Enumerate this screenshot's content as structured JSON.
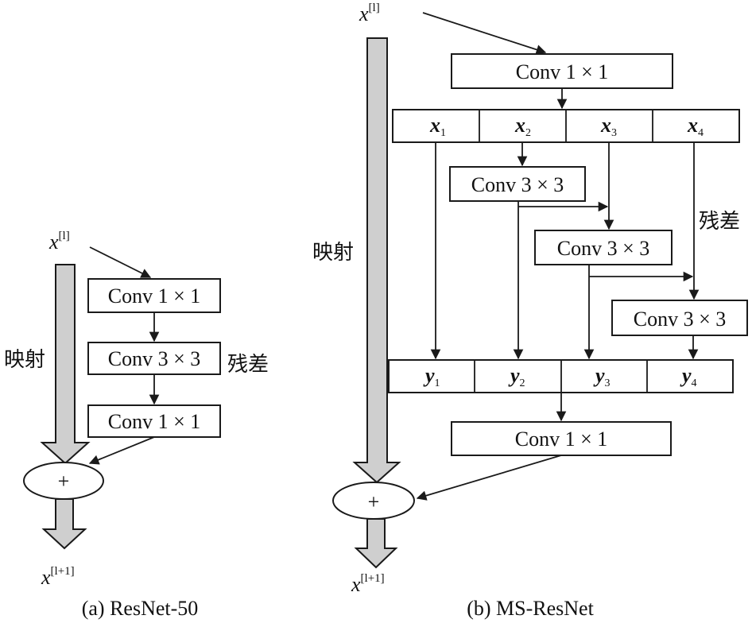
{
  "a": {
    "input_label": "x",
    "input_sup": "[l]",
    "output_label": "x",
    "output_sup": "[l+1]",
    "mapping_label": "映射",
    "residual_label": "残差",
    "conv1": "Conv 1 × 1",
    "conv2": "Conv 3 × 3",
    "conv3": "Conv 1 × 1",
    "plus": "+",
    "caption": "(a) ResNet-50"
  },
  "b": {
    "input_label": "x",
    "input_sup": "[l]",
    "output_label": "x",
    "output_sup": "[l+1]",
    "mapping_label": "映射",
    "residual_label": "残差",
    "conv_top": "Conv 1 × 1",
    "x_split": [
      {
        "name": "x",
        "sub": "1"
      },
      {
        "name": "x",
        "sub": "2"
      },
      {
        "name": "x",
        "sub": "3"
      },
      {
        "name": "x",
        "sub": "4"
      }
    ],
    "conv_branches": [
      "Conv 3 × 3",
      "Conv 3 × 3",
      "Conv 3 × 3"
    ],
    "y_split": [
      {
        "name": "y",
        "sub": "1"
      },
      {
        "name": "y",
        "sub": "2"
      },
      {
        "name": "y",
        "sub": "3"
      },
      {
        "name": "y",
        "sub": "4"
      }
    ],
    "conv_bottom": "Conv 1 × 1",
    "plus": "+",
    "caption": "(b) MS-ResNet"
  }
}
